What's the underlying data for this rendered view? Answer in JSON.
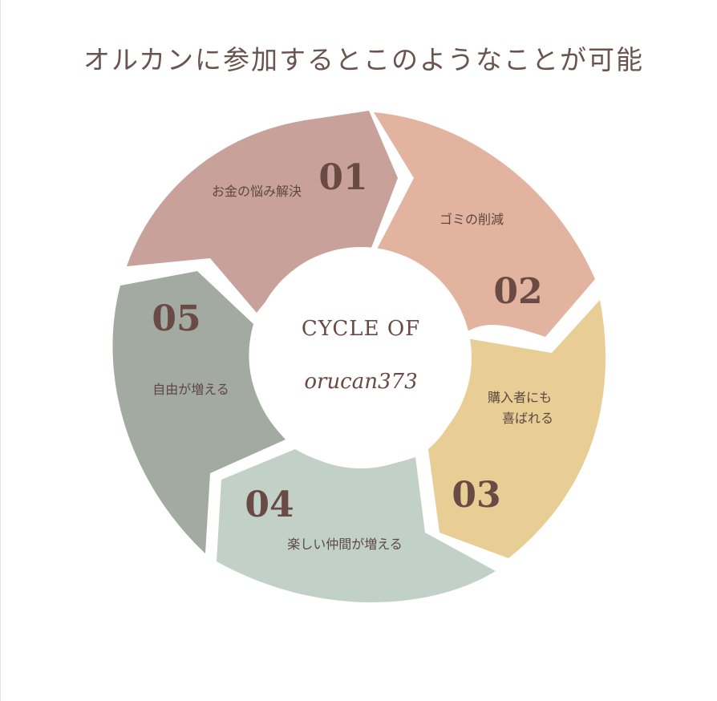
{
  "title": "オルカンに参加するとこのようなことが可能",
  "center": {
    "line1": "CYCLE OF",
    "line2": "orucan373"
  },
  "segments": [
    {
      "number": "01",
      "lines": [
        "お金の悩み解決"
      ],
      "color": "#c8a19a"
    },
    {
      "number": "02",
      "lines": [
        "ゴミの削減"
      ],
      "color": "#e2b39e"
    },
    {
      "number": "03",
      "lines": [
        "購入者にも",
        "喜ばれる"
      ],
      "color": "#e8cd95"
    },
    {
      "number": "04",
      "lines": [
        "楽しい仲間が増える"
      ],
      "color": "#c1d1c8"
    },
    {
      "number": "05",
      "lines": [
        "自由が増える"
      ],
      "color": "#a2aaa1"
    }
  ]
}
